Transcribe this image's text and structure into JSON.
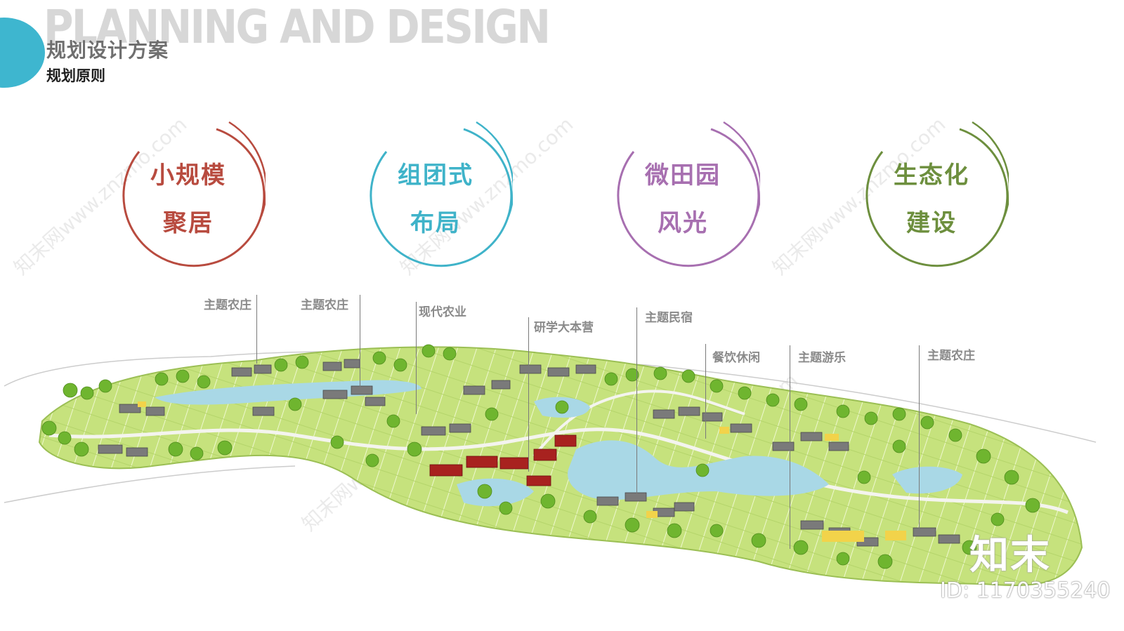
{
  "header": {
    "background_title": "PLANNING AND DESIGN",
    "title": "规划设计方案",
    "subtitle": "规划原则",
    "accent_color": "#3eb6cf"
  },
  "principles": [
    {
      "line1": "小规模",
      "line2": "聚居",
      "color": "#b84b3f"
    },
    {
      "line1": "组团式",
      "line2": "布局",
      "color": "#3fb3c9"
    },
    {
      "line1": "微田园",
      "line2": "风光",
      "color": "#a76fb0"
    },
    {
      "line1": "生态化",
      "line2": "建设",
      "color": "#6d8f3e"
    }
  ],
  "callouts": [
    {
      "label": "主题农庄"
    },
    {
      "label": "主题农庄"
    },
    {
      "label": "现代农业"
    },
    {
      "label": "研学大本营"
    },
    {
      "label": "主题民宿"
    },
    {
      "label": "餐饮休闲"
    },
    {
      "label": "主题游乐"
    },
    {
      "label": "主题农庄"
    }
  ],
  "watermark": {
    "logo": "知末",
    "id": "ID: 1170355240",
    "site": "知末网www.znzmo.com"
  }
}
